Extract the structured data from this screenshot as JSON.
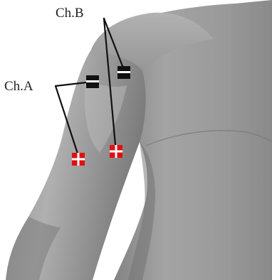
{
  "labels": {
    "channel_a": "Ch.A",
    "channel_b": "Ch.B"
  },
  "colors": {
    "background": "#ffffff",
    "body_light": "#a9a9a9",
    "body_mid": "#8e8e8e",
    "body_dark": "#6a6a6a",
    "lead_line": "#111111",
    "negative_electrode": "#111111",
    "positive_electrode": "#e01010",
    "electrode_symbol": "#ffffff"
  },
  "electrodes": [
    {
      "channel": "A",
      "polarity": "negative",
      "symbol": "="
    },
    {
      "channel": "A",
      "polarity": "positive",
      "symbol": "+"
    },
    {
      "channel": "B",
      "polarity": "negative",
      "symbol": "="
    },
    {
      "channel": "B",
      "polarity": "positive",
      "symbol": "+"
    }
  ]
}
